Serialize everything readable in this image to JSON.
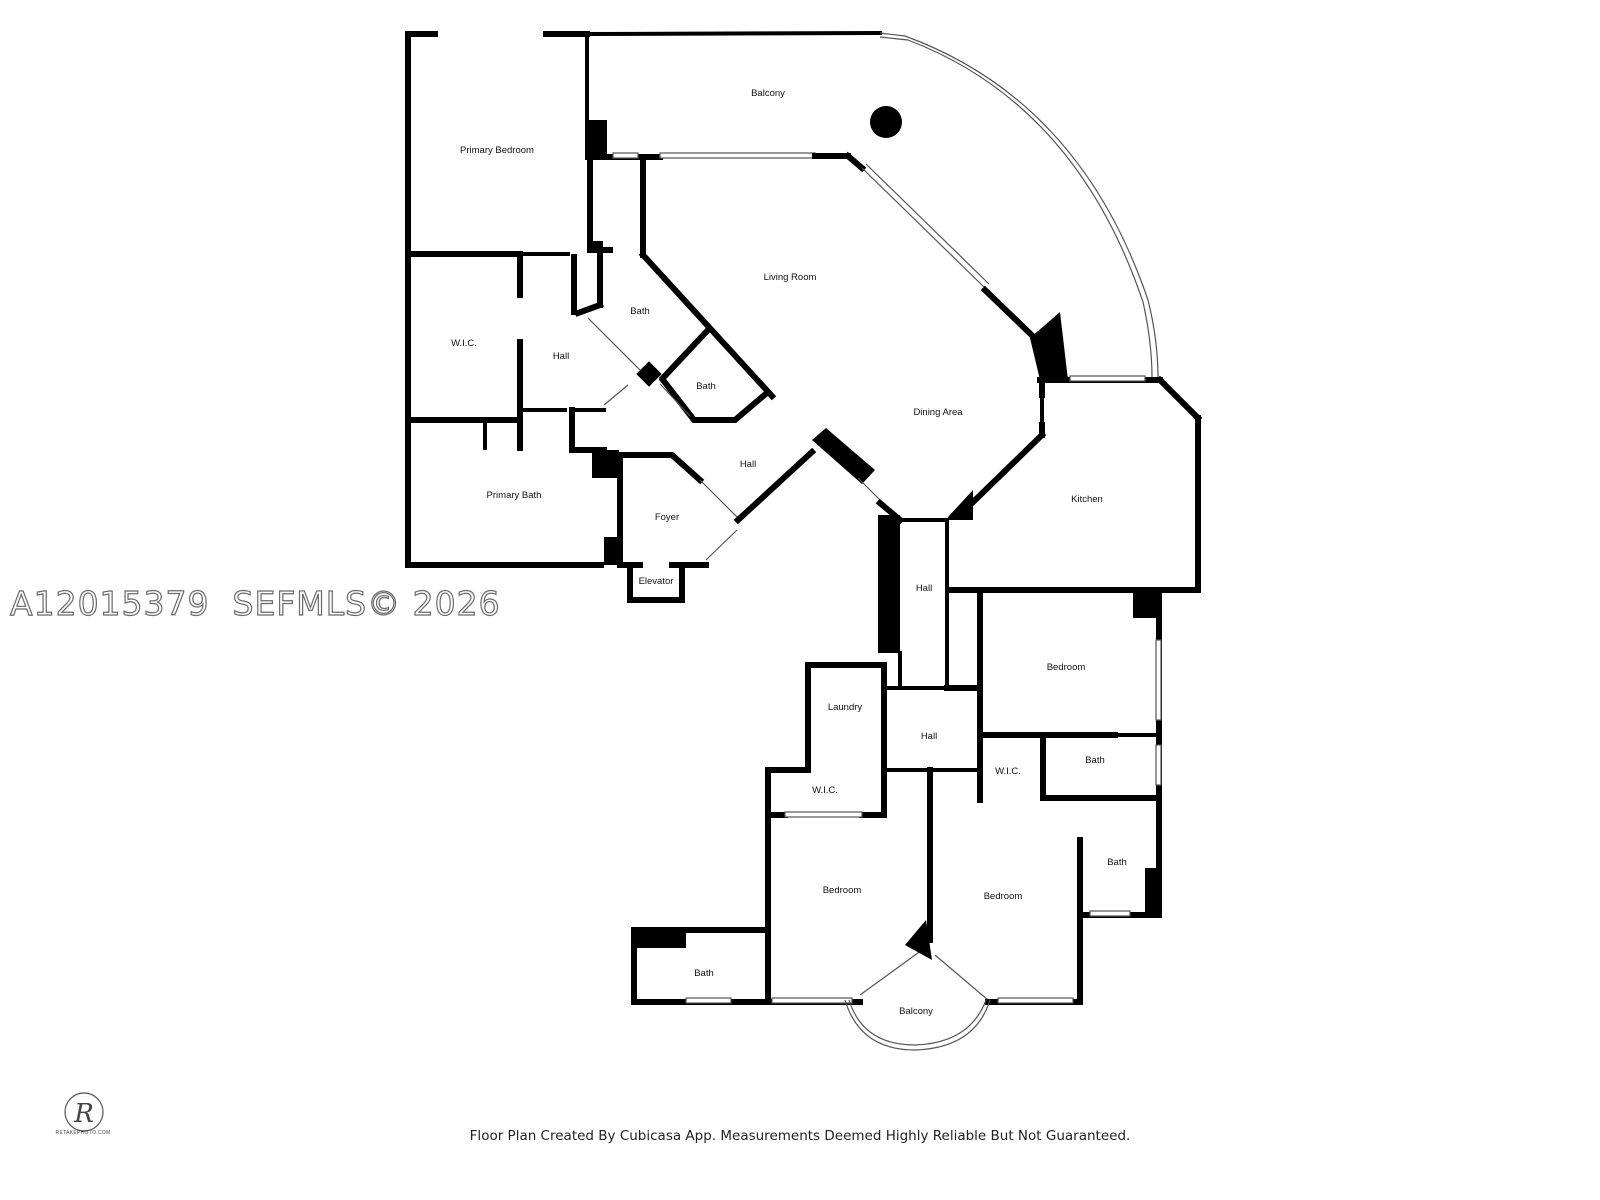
{
  "rooms": {
    "balcony_top": "Balcony",
    "primary_bedroom": "Primary Bedroom",
    "living_room": "Living Room",
    "bath_1": "Bath",
    "bath_2": "Bath",
    "wic_1": "W.I.C.",
    "hall_1": "Hall",
    "dining_area": "Dining Area",
    "kitchen": "Kitchen",
    "hall_2": "Hall",
    "primary_bath": "Primary Bath",
    "foyer": "Foyer",
    "elevator": "Elevator",
    "hall_3": "Hall",
    "bedroom_1": "Bedroom",
    "laundry": "Laundry",
    "hall_4": "Hall",
    "wic_2": "W.I.C.",
    "bath_3": "Bath",
    "wic_3": "W.I.C.",
    "bath_4": "Bath",
    "bedroom_2": "Bedroom",
    "bedroom_3": "Bedroom",
    "bath_5": "Bath",
    "balcony_bottom": "Balcony"
  },
  "watermark": "A12015379  SEFMLS© 2026",
  "footer": "Floor Plan Created By Cubicasa App. Measurements Deemed Highly Reliable But Not Guaranteed.",
  "logo": {
    "letter": "R",
    "text": "RETAKEPHOTO.COM"
  },
  "colors": {
    "wall": "#000000",
    "background": "#ffffff",
    "watermark_outline": "#6a6a6a"
  }
}
